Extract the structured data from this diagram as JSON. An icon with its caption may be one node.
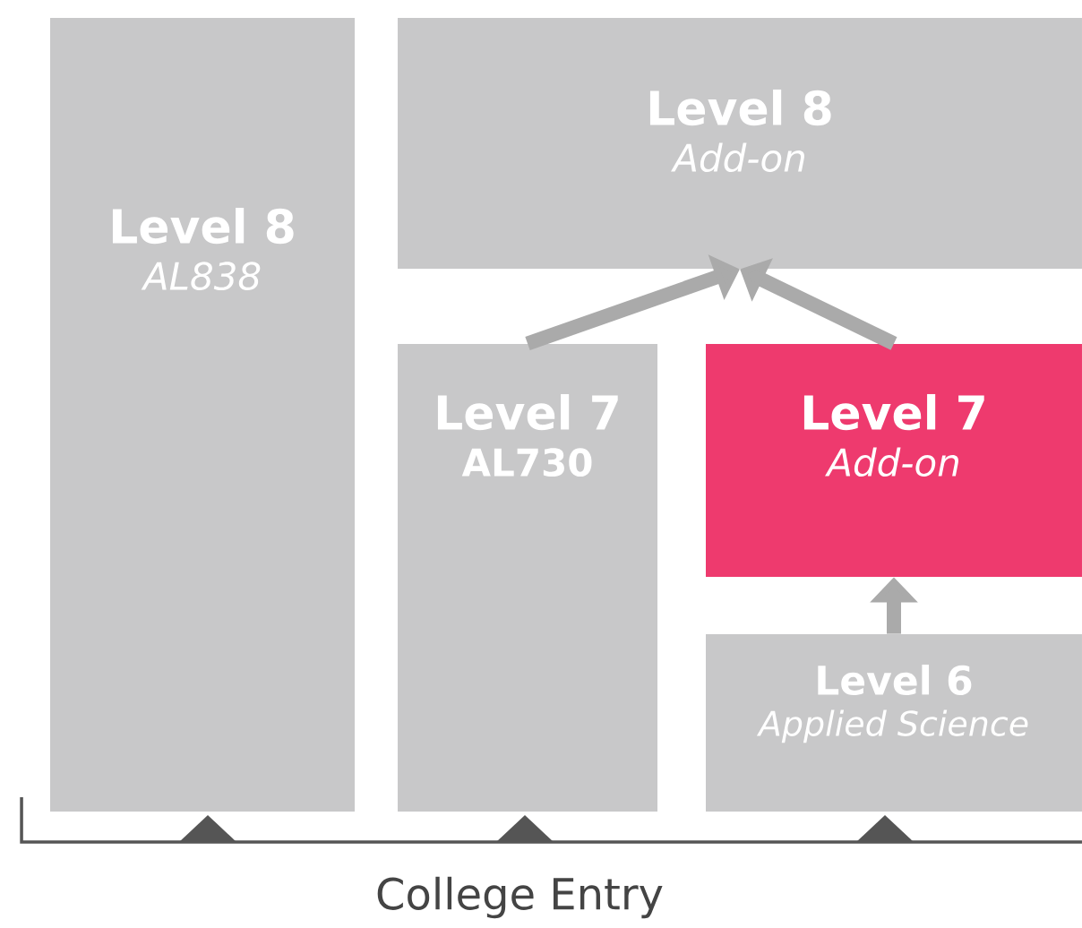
{
  "diagram": {
    "nodes": [
      {
        "text": [
          "Level 8",
          "AL838"
        ]
      },
      {
        "text": [
          "Level 8",
          "Add-on"
        ]
      },
      {
        "text": [
          "Level 7",
          "AL730"
        ]
      },
      {
        "text": [
          "Level 7",
          "Add-on"
        ]
      },
      {
        "text": [
          "Level 6",
          "Applied Science"
        ]
      }
    ],
    "edges": [
      {
        "from": 2,
        "to": 1,
        "arrow": "to"
      },
      {
        "from": 3,
        "to": 1,
        "arrow": "to"
      },
      {
        "from": 4,
        "to": 3,
        "arrow": "to"
      }
    ],
    "labels": [
      "College Entry"
    ]
  }
}
